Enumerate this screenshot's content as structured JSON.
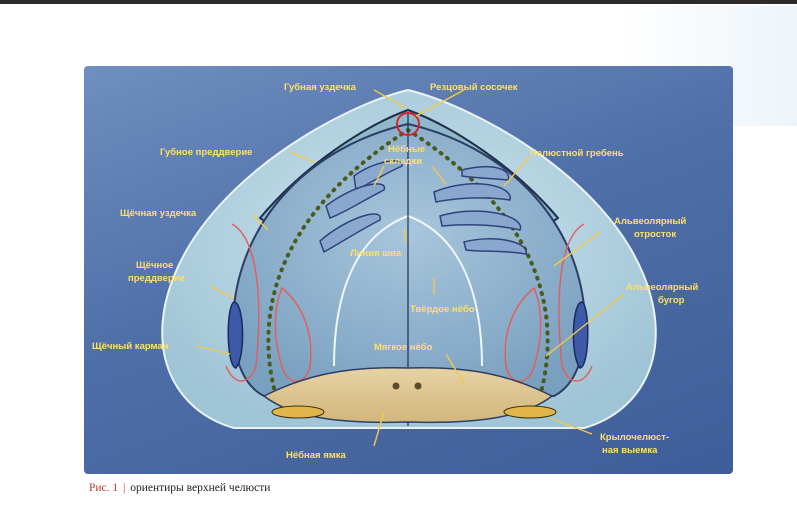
{
  "labels": {
    "labial_frenulum": "Губная уздечка",
    "incisive_papilla": "Резцовый сосочек",
    "labial_vestibule": "Губное преддверие",
    "palatal_rugae_1": "Нёбные",
    "palatal_rugae_2": "складки",
    "jaw_ridge": "Челюстной гребень",
    "buccal_frenulum": "Щёчная уздечка",
    "alveolar_process_1": "Альвеолярный",
    "alveolar_process_2": "отросток",
    "buccal_vestibule_1": "Щёчное",
    "buccal_vestibule_2": "преддверие",
    "suture_line": "Линия шва",
    "hard_palate": "Твёрдое нёбо",
    "alveolar_tuber_1": "Альвеолярный",
    "alveolar_tuber_2": "бугор",
    "buccal_pocket": "Щёчный карман",
    "soft_palate": "Мягкое нёбо",
    "palatal_fovea": "Нёбная ямка",
    "pterygo_notch_1": "Крылочелюст-",
    "pterygo_notch_2": "ная выемка"
  },
  "caption": {
    "figure": "Рис. 1",
    "separator": "|",
    "text": "ориентиры верхней челюсти"
  }
}
